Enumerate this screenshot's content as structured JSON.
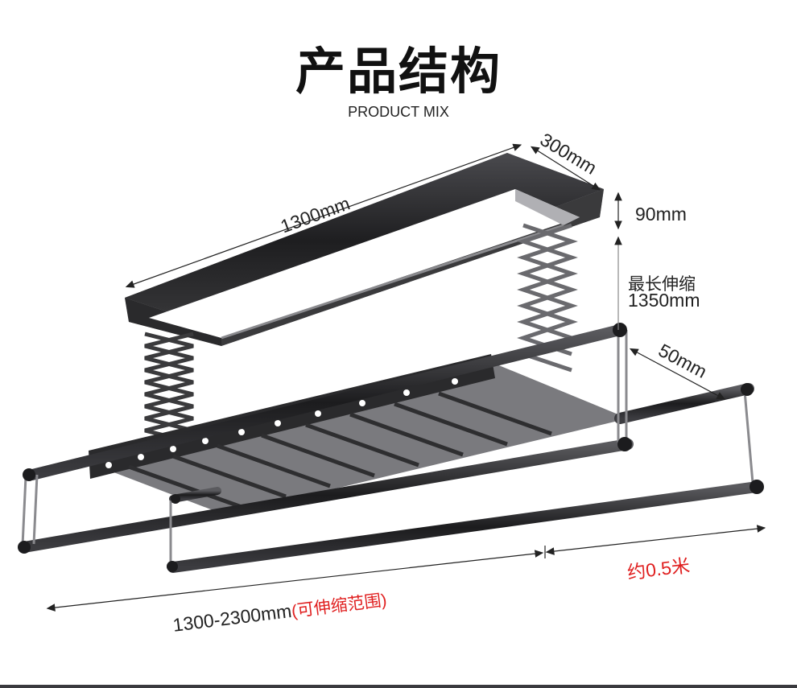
{
  "header": {
    "title": "产品结构",
    "subtitle": "PRODUCT MIX"
  },
  "dimensions": {
    "length": "1300mm",
    "width": "300mm",
    "height": "90mm",
    "max_extension_label": "最长伸缩",
    "max_extension_value": "1350mm",
    "rod_gap": "50mm",
    "extension_range_value": "1300-2300mm",
    "extension_range_note": "(可伸缩范围)",
    "extra_extension": "约0.5米"
  },
  "colors": {
    "text": "#222222",
    "accent_red": "#e02020",
    "metal_dark": "#2b2b2e",
    "bottom_bar": "#3a3a3e"
  }
}
